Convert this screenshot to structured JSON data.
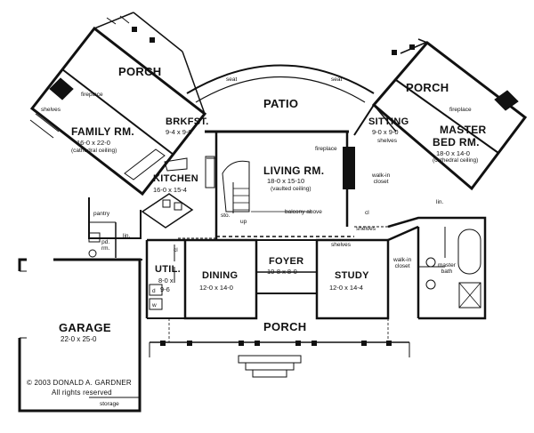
{
  "rooms": {
    "porch_left": {
      "name": "PORCH"
    },
    "family": {
      "name": "FAMILY RM.",
      "dim": "16-0 x 22-0",
      "note": "(cathedral ceiling)"
    },
    "brkfst": {
      "name": "BRKFST.",
      "dim": "9-4 x 9-0"
    },
    "patio": {
      "name": "PATIO"
    },
    "porch_right": {
      "name": "PORCH"
    },
    "sitting": {
      "name": "SITTING",
      "dim": "9-0 x 9-0"
    },
    "master": {
      "name1": "MASTER",
      "name2": "BED RM.",
      "dim": "18-0 x 14-0",
      "note": "(cathedral ceiling)"
    },
    "kitchen": {
      "name": "KITCHEN",
      "dim": "16-0 x 15-4"
    },
    "living": {
      "name": "LIVING RM.",
      "dim": "18-0 x 15-10",
      "note": "(vaulted ceiling)"
    },
    "util": {
      "name": "UTIL.",
      "dim1": "8-0 x",
      "dim2": "9-6"
    },
    "dining": {
      "name": "DINING",
      "dim": "12-0 x 14-0"
    },
    "foyer": {
      "name": "FOYER",
      "dim": "10-8 x 8-0"
    },
    "study": {
      "name": "STUDY",
      "dim": "12-0 x 14-4"
    },
    "garage": {
      "name": "GARAGE",
      "dim": "22-0 x 25-0"
    },
    "porch_front": {
      "name": "PORCH"
    }
  },
  "notes": {
    "fireplace_left": "fireplace",
    "shelves_left": "shelves",
    "seat_left": "seat",
    "seat_right": "seat",
    "fireplace_right": "fireplace",
    "shelves_sitting": "shelves",
    "fireplace_living": "fireplace",
    "walkin_closet_1": "walk-in\ncloset",
    "pantry": "pantry",
    "pd_rm": "pd.\nrm.",
    "lin_left": "lin.",
    "sto": "sto.",
    "up": "up",
    "balcony": "balcony above",
    "shelves_study": "shelves",
    "cl_util": "cl",
    "cl_right": "cl",
    "shelves_right": "shelves",
    "lin_right": "lin.",
    "walkin_closet_2": "walk-in\ncloset",
    "master_bath": "master\nbath",
    "d": "d",
    "w": "w",
    "storage": "storage"
  },
  "credit": {
    "line1": "© 2003 DONALD A. GARDNER",
    "line2": "All rights reserved"
  }
}
